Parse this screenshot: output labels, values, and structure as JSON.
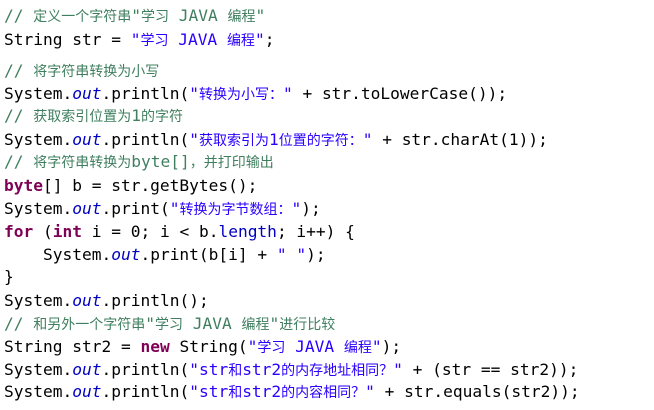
{
  "lines": [
    {
      "kind": "comment",
      "text": "// 定义一个字符串\"学习 JAVA 编程\""
    },
    {
      "kind": "code",
      "text": "String str = \"学习 JAVA 编程\";"
    },
    {
      "kind": "comment",
      "text": "// 将字符串转换为小写"
    },
    {
      "kind": "code",
      "text": "System.out.println(\"转换为小写：\" + str.toLowerCase());"
    },
    {
      "kind": "comment",
      "text": "// 获取索引位置为1的字符"
    },
    {
      "kind": "code",
      "text": "System.out.println(\"获取索引为1位置的字符：\" + str.charAt(1));"
    },
    {
      "kind": "comment",
      "text": "// 将字符串转换为byte[]，并打印输出"
    },
    {
      "kind": "code",
      "text": "byte[] b = str.getBytes();"
    },
    {
      "kind": "code",
      "text": "System.out.print(\"转换为字节数组：\");"
    },
    {
      "kind": "code",
      "text": "for (int i = 0; i < b.length; i++) {"
    },
    {
      "kind": "code",
      "text": "    System.out.print(b[i] + \" \");"
    },
    {
      "kind": "code",
      "text": "}"
    },
    {
      "kind": "code",
      "text": "System.out.println();"
    },
    {
      "kind": "comment",
      "text": "// 和另外一个字符串\"学习 JAVA 编程\"进行比较"
    },
    {
      "kind": "code",
      "text": "String str2 = new String(\"学习 JAVA 编程\");"
    },
    {
      "kind": "code",
      "text": "System.out.println(\"str和str2的内存地址相同？\" + (str == str2));"
    },
    {
      "kind": "code",
      "text": "System.out.println(\"str和str2的内容相同？\" + str.equals(str2));"
    }
  ],
  "colors": {
    "comment": "#3f7f5f",
    "keyword": "#7f0055",
    "string": "#2a00ff",
    "static_field": "#0000c0",
    "field": "#0000c0",
    "plain": "#000000",
    "background": "#ffffff"
  }
}
